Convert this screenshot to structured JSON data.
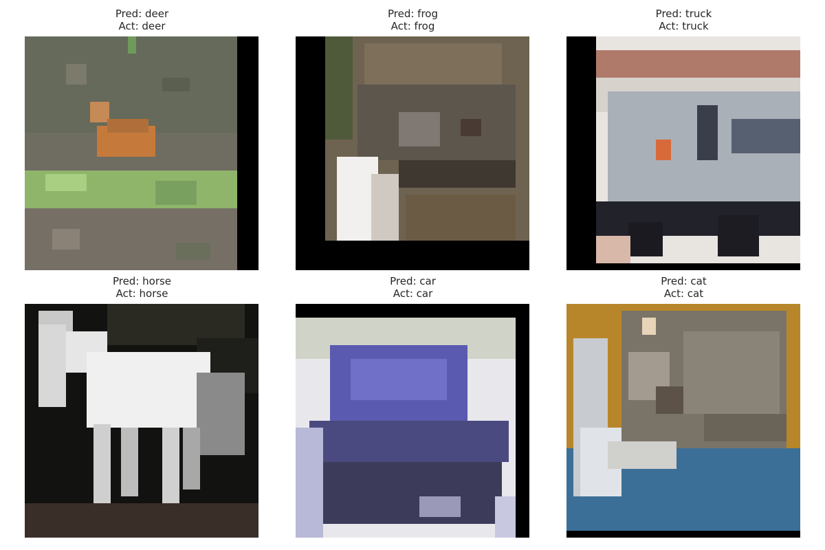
{
  "panels": [
    {
      "pred_label": "Pred: deer",
      "act_label": "Act: deer",
      "image": "photo-deer-in-grass"
    },
    {
      "pred_label": "Pred: frog",
      "act_label": "Act: frog",
      "image": "photo-frog-closeup"
    },
    {
      "pred_label": "Pred: truck",
      "act_label": "Act: truck",
      "image": "photo-white-truck"
    },
    {
      "pred_label": "Pred: horse",
      "act_label": "Act: horse",
      "image": "photo-white-horse"
    },
    {
      "pred_label": "Pred: car",
      "act_label": "Act: car",
      "image": "photo-blue-car"
    },
    {
      "pred_label": "Pred: cat",
      "act_label": "Act: cat",
      "image": "photo-tabby-cat"
    }
  ]
}
